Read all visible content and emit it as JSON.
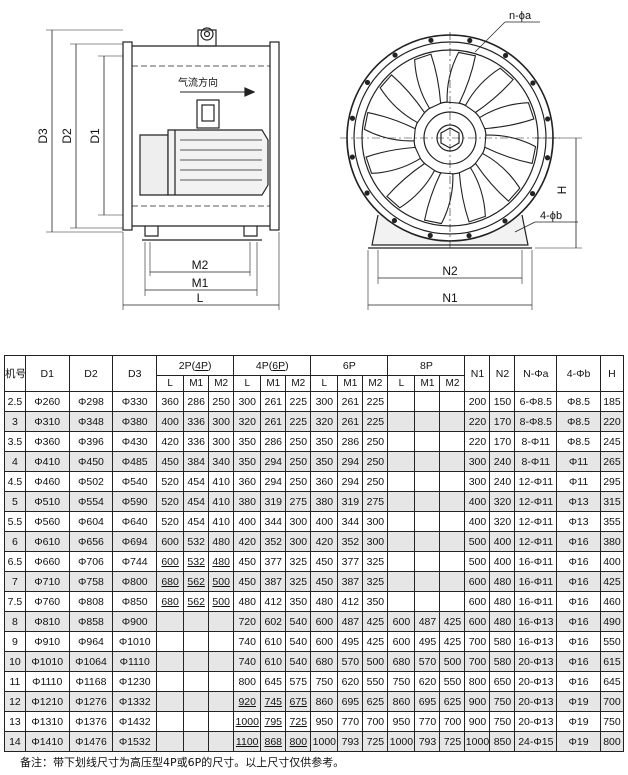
{
  "drawing": {
    "side_labels": {
      "d3": "D3",
      "d2": "D2",
      "d1": "D1",
      "m2": "M2",
      "m1": "M1",
      "l": "L"
    },
    "airflow_label": "气流方向",
    "front_labels": {
      "n_phi_a": "n-ϕa",
      "h": "H",
      "four_phi_b": "4-ϕb",
      "n2": "N2",
      "n1": "N1"
    }
  },
  "table": {
    "headers": {
      "model": "机号",
      "d1": "D1",
      "d2": "D2",
      "d3": "D3",
      "p2": "2P(",
      "p2_u": "4P",
      "p2_close": ")",
      "p4": "4P(",
      "p4_u": "6P",
      "p4_close": ")",
      "p6": "6P",
      "p8": "8P",
      "n1": "N1",
      "n2": "N2",
      "nphia": "N-Φa",
      "phib": "4-Φb",
      "h": "H",
      "l": "L",
      "m1": "M1",
      "m2": "M2"
    },
    "rows": [
      {
        "model": "2.5",
        "d1": "Φ260",
        "d2": "Φ298",
        "d3": "Φ330",
        "p2": [
          "360",
          "286",
          "250"
        ],
        "p4": [
          "300",
          "261",
          "225"
        ],
        "p6": [
          "300",
          "261",
          "225"
        ],
        "p8": [
          "",
          "",
          ""
        ],
        "n1": "200",
        "n2": "150",
        "nphia": "6-Φ8.5",
        "phib": "Φ8.5",
        "h": "185"
      },
      {
        "model": "3",
        "d1": "Φ310",
        "d2": "Φ348",
        "d3": "Φ380",
        "p2": [
          "400",
          "336",
          "300"
        ],
        "p4": [
          "320",
          "261",
          "225"
        ],
        "p6": [
          "320",
          "261",
          "225"
        ],
        "p8": [
          "",
          "",
          ""
        ],
        "n1": "220",
        "n2": "170",
        "nphia": "8-Φ8.5",
        "phib": "Φ8.5",
        "h": "220"
      },
      {
        "model": "3.5",
        "d1": "Φ360",
        "d2": "Φ396",
        "d3": "Φ430",
        "p2": [
          "420",
          "336",
          "300"
        ],
        "p4": [
          "350",
          "286",
          "250"
        ],
        "p6": [
          "350",
          "286",
          "250"
        ],
        "p8": [
          "",
          "",
          ""
        ],
        "n1": "220",
        "n2": "170",
        "nphia": "8-Φ11",
        "phib": "Φ8.5",
        "h": "245"
      },
      {
        "model": "4",
        "d1": "Φ410",
        "d2": "Φ450",
        "d3": "Φ485",
        "p2": [
          "450",
          "384",
          "340"
        ],
        "p4": [
          "350",
          "294",
          "250"
        ],
        "p6": [
          "350",
          "294",
          "250"
        ],
        "p8": [
          "",
          "",
          ""
        ],
        "n1": "300",
        "n2": "240",
        "nphia": "8-Φ11",
        "phib": "Φ11",
        "h": "265"
      },
      {
        "model": "4.5",
        "d1": "Φ460",
        "d2": "Φ502",
        "d3": "Φ540",
        "p2": [
          "520",
          "454",
          "410"
        ],
        "p4": [
          "360",
          "294",
          "250"
        ],
        "p6": [
          "360",
          "294",
          "250"
        ],
        "p8": [
          "",
          "",
          ""
        ],
        "n1": "300",
        "n2": "240",
        "nphia": "12-Φ11",
        "phib": "Φ11",
        "h": "295"
      },
      {
        "model": "5",
        "d1": "Φ510",
        "d2": "Φ554",
        "d3": "Φ590",
        "p2": [
          "520",
          "454",
          "410"
        ],
        "p4": [
          "380",
          "319",
          "275"
        ],
        "p6": [
          "380",
          "319",
          "275"
        ],
        "p8": [
          "",
          "",
          ""
        ],
        "n1": "400",
        "n2": "320",
        "nphia": "12-Φ11",
        "phib": "Φ13",
        "h": "315"
      },
      {
        "model": "5.5",
        "d1": "Φ560",
        "d2": "Φ604",
        "d3": "Φ640",
        "p2": [
          "520",
          "454",
          "410"
        ],
        "p4": [
          "400",
          "344",
          "300"
        ],
        "p6": [
          "400",
          "344",
          "300"
        ],
        "p8": [
          "",
          "",
          ""
        ],
        "n1": "400",
        "n2": "320",
        "nphia": "12-Φ11",
        "phib": "Φ13",
        "h": "355"
      },
      {
        "model": "6",
        "d1": "Φ610",
        "d2": "Φ656",
        "d3": "Φ694",
        "p2": [
          "600",
          "532",
          "480"
        ],
        "p4": [
          "420",
          "352",
          "300"
        ],
        "p6": [
          "420",
          "352",
          "300"
        ],
        "p8": [
          "",
          "",
          ""
        ],
        "n1": "500",
        "n2": "400",
        "nphia": "12-Φ11",
        "phib": "Φ16",
        "h": "380"
      },
      {
        "model": "6.5",
        "d1": "Φ660",
        "d2": "Φ706",
        "d3": "Φ744",
        "p2": [
          "600",
          "532",
          "480"
        ],
        "p2u": true,
        "p4": [
          "450",
          "377",
          "325"
        ],
        "p6": [
          "450",
          "377",
          "325"
        ],
        "p8": [
          "",
          "",
          ""
        ],
        "n1": "500",
        "n2": "400",
        "nphia": "16-Φ11",
        "phib": "Φ16",
        "h": "400"
      },
      {
        "model": "7",
        "d1": "Φ710",
        "d2": "Φ758",
        "d3": "Φ800",
        "p2": [
          "680",
          "562",
          "500"
        ],
        "p2u": true,
        "p4": [
          "450",
          "387",
          "325"
        ],
        "p6": [
          "450",
          "387",
          "325"
        ],
        "p8": [
          "",
          "",
          ""
        ],
        "n1": "600",
        "n2": "480",
        "nphia": "16-Φ11",
        "phib": "Φ16",
        "h": "425"
      },
      {
        "model": "7.5",
        "d1": "Φ760",
        "d2": "Φ808",
        "d3": "Φ850",
        "p2": [
          "680",
          "562",
          "500"
        ],
        "p2u": true,
        "p4": [
          "480",
          "412",
          "350"
        ],
        "p6": [
          "480",
          "412",
          "350"
        ],
        "p8": [
          "",
          "",
          ""
        ],
        "n1": "600",
        "n2": "480",
        "nphia": "16-Φ11",
        "phib": "Φ16",
        "h": "460"
      },
      {
        "model": "8",
        "d1": "Φ810",
        "d2": "Φ858",
        "d3": "Φ900",
        "p2": [
          "",
          "",
          ""
        ],
        "p4": [
          "720",
          "602",
          "540"
        ],
        "p6": [
          "600",
          "487",
          "425"
        ],
        "p8": [
          "600",
          "487",
          "425"
        ],
        "n1": "600",
        "n2": "480",
        "nphia": "16-Φ13",
        "phib": "Φ16",
        "h": "490"
      },
      {
        "model": "9",
        "d1": "Φ910",
        "d2": "Φ964",
        "d3": "Φ1010",
        "p2": [
          "",
          "",
          ""
        ],
        "p4": [
          "740",
          "610",
          "540"
        ],
        "p6": [
          "600",
          "495",
          "425"
        ],
        "p8": [
          "600",
          "495",
          "425"
        ],
        "n1": "700",
        "n2": "580",
        "nphia": "16-Φ13",
        "phib": "Φ16",
        "h": "550"
      },
      {
        "model": "10",
        "d1": "Φ1010",
        "d2": "Φ1064",
        "d3": "Φ1110",
        "p2": [
          "",
          "",
          ""
        ],
        "p4": [
          "740",
          "610",
          "540"
        ],
        "p6": [
          "680",
          "570",
          "500"
        ],
        "p8": [
          "680",
          "570",
          "500"
        ],
        "n1": "700",
        "n2": "580",
        "nphia": "20-Φ13",
        "phib": "Φ16",
        "h": "615"
      },
      {
        "model": "11",
        "d1": "Φ1110",
        "d2": "Φ1168",
        "d3": "Φ1230",
        "p2": [
          "",
          "",
          ""
        ],
        "p4": [
          "800",
          "645",
          "575"
        ],
        "p6": [
          "750",
          "620",
          "550"
        ],
        "p8": [
          "750",
          "620",
          "550"
        ],
        "n1": "800",
        "n2": "650",
        "nphia": "20-Φ13",
        "phib": "Φ16",
        "h": "645"
      },
      {
        "model": "12",
        "d1": "Φ1210",
        "d2": "Φ1276",
        "d3": "Φ1332",
        "p2": [
          "",
          "",
          ""
        ],
        "p4": [
          "920",
          "745",
          "675"
        ],
        "p4u": true,
        "p6": [
          "860",
          "695",
          "625"
        ],
        "p8": [
          "860",
          "695",
          "625"
        ],
        "n1": "900",
        "n2": "750",
        "nphia": "20-Φ13",
        "phib": "Φ19",
        "h": "700"
      },
      {
        "model": "13",
        "d1": "Φ1310",
        "d2": "Φ1376",
        "d3": "Φ1432",
        "p2": [
          "",
          "",
          ""
        ],
        "p4": [
          "1000",
          "795",
          "725"
        ],
        "p4u": true,
        "p6": [
          "950",
          "770",
          "700"
        ],
        "p8": [
          "950",
          "770",
          "700"
        ],
        "n1": "900",
        "n2": "750",
        "nphia": "20-Φ13",
        "phib": "Φ19",
        "h": "750"
      },
      {
        "model": "14",
        "d1": "Φ1410",
        "d2": "Φ1476",
        "d3": "Φ1532",
        "p2": [
          "",
          "",
          ""
        ],
        "p4": [
          "1100",
          "868",
          "800"
        ],
        "p4u": true,
        "p6": [
          "1000",
          "793",
          "725"
        ],
        "p8": [
          "1000",
          "793",
          "725"
        ],
        "n1": "1000",
        "n2": "850",
        "nphia": "24-Φ15",
        "phib": "Φ19",
        "h": "800"
      }
    ]
  },
  "footnote": "备注：带下划线尺寸为高压型4P或6P的尺寸。以上尺寸仅供参考。"
}
